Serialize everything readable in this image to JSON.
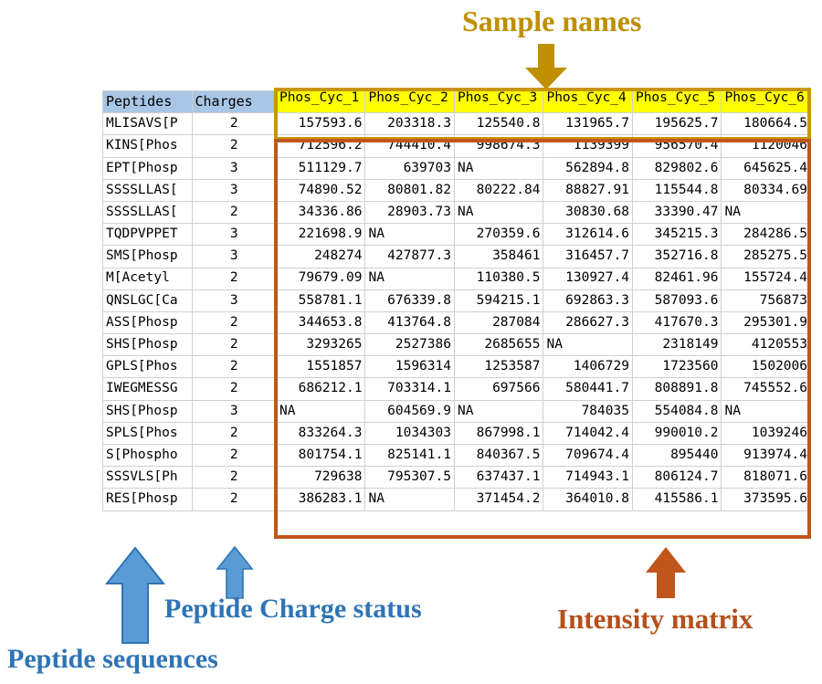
{
  "sheet": {
    "columns": [
      {
        "key": "peptides",
        "label": "Peptides",
        "style": "blue"
      },
      {
        "key": "charges",
        "label": "Charges",
        "style": "blue"
      },
      {
        "key": "s1",
        "label": "Phos_Cyc_1",
        "style": "yellow"
      },
      {
        "key": "s2",
        "label": "Phos_Cyc_2",
        "style": "yellow"
      },
      {
        "key": "s3",
        "label": "Phos_Cyc_3",
        "style": "yellow"
      },
      {
        "key": "s4",
        "label": "Phos_Cyc_4",
        "style": "yellow"
      },
      {
        "key": "s5",
        "label": "Phos_Cyc_5",
        "style": "yellow"
      },
      {
        "key": "s6",
        "label": "Phos_Cyc_6",
        "style": "yellow"
      }
    ],
    "rows": [
      {
        "peptide": "MLISAVS[P",
        "charge": "2",
        "values": [
          "157593.6",
          "203318.3",
          "125540.8",
          "131965.7",
          "195625.7",
          "180664.5"
        ]
      },
      {
        "peptide": "KINS[Phos",
        "charge": "2",
        "values": [
          "712596.2",
          "744410.4",
          "998674.3",
          "1139399",
          "956570.4",
          "1120046"
        ]
      },
      {
        "peptide": "EPT[Phosp",
        "charge": "3",
        "values": [
          "511129.7",
          "639703",
          "NA",
          "562894.8",
          "829802.6",
          "645625.4"
        ]
      },
      {
        "peptide": "SSSSLLAS[",
        "charge": "3",
        "values": [
          "74890.52",
          "80801.82",
          "80222.84",
          "88827.91",
          "115544.8",
          "80334.69"
        ]
      },
      {
        "peptide": "SSSSLLAS[",
        "charge": "2",
        "values": [
          "34336.86",
          "28903.73",
          "NA",
          "30830.68",
          "33390.47",
          "NA"
        ]
      },
      {
        "peptide": "TQDPVPPET",
        "charge": "3",
        "values": [
          "221698.9",
          "NA",
          "270359.6",
          "312614.6",
          "345215.3",
          "284286.5"
        ]
      },
      {
        "peptide": "SMS[Phosp",
        "charge": "3",
        "values": [
          "248274",
          "427877.3",
          "358461",
          "316457.7",
          "352716.8",
          "285275.5"
        ]
      },
      {
        "peptide": "M[Acetyl",
        "charge": "2",
        "values": [
          "79679.09",
          "NA",
          "110380.5",
          "130927.4",
          "82461.96",
          "155724.4"
        ]
      },
      {
        "peptide": "QNSLGC[Ca",
        "charge": "3",
        "values": [
          "558781.1",
          "676339.8",
          "594215.1",
          "692863.3",
          "587093.6",
          "756873"
        ]
      },
      {
        "peptide": "ASS[Phosp",
        "charge": "2",
        "values": [
          "344653.8",
          "413764.8",
          "287084",
          "286627.3",
          "417670.3",
          "295301.9"
        ]
      },
      {
        "peptide": "SHS[Phosp",
        "charge": "2",
        "values": [
          "3293265",
          "2527386",
          "2685655",
          "NA",
          "2318149",
          "4120553"
        ]
      },
      {
        "peptide": "GPLS[Phos",
        "charge": "2",
        "values": [
          "1551857",
          "1596314",
          "1253587",
          "1406729",
          "1723560",
          "1502006"
        ]
      },
      {
        "peptide": "IWEGMESSG",
        "charge": "2",
        "values": [
          "686212.1",
          "703314.1",
          "697566",
          "580441.7",
          "808891.8",
          "745552.6"
        ]
      },
      {
        "peptide": "SHS[Phosp",
        "charge": "3",
        "values": [
          "NA",
          "604569.9",
          "NA",
          "784035",
          "554084.8",
          "NA"
        ]
      },
      {
        "peptide": "SPLS[Phos",
        "charge": "2",
        "values": [
          "833264.3",
          "1034303",
          "867998.1",
          "714042.4",
          "990010.2",
          "1039246"
        ]
      },
      {
        "peptide": "S[Phospho",
        "charge": "2",
        "values": [
          "801754.1",
          "825141.1",
          "840367.5",
          "709674.4",
          "895440",
          "913974.4"
        ]
      },
      {
        "peptide": "SSSVLS[Ph",
        "charge": "2",
        "values": [
          "729638",
          "795307.5",
          "637437.1",
          "714943.1",
          "806124.7",
          "818071.6"
        ]
      },
      {
        "peptide": "RES[Phosp",
        "charge": "2",
        "values": [
          "386283.1",
          "NA",
          "371454.2",
          "364010.8",
          "415586.1",
          "373595.6"
        ]
      }
    ]
  },
  "annotations": {
    "sample_names": {
      "text": "Sample names",
      "color": "#bf8f00"
    },
    "intensity_matrix": {
      "text": "Intensity matrix",
      "color": "#b4501b"
    },
    "peptide_charge_status": {
      "text": "Peptide Charge status",
      "color": "#2e74b5"
    },
    "peptide_sequences": {
      "text": "Peptide sequences",
      "color": "#2e74b5"
    }
  },
  "colors": {
    "header_blue": "#a8c6e5",
    "header_yellow": "#ffff00",
    "gold_border": "#c8960a",
    "orange_border": "#c0561b",
    "blue_arrow_fill": "#5b9bd5",
    "blue_arrow_stroke": "#2e74b5"
  }
}
